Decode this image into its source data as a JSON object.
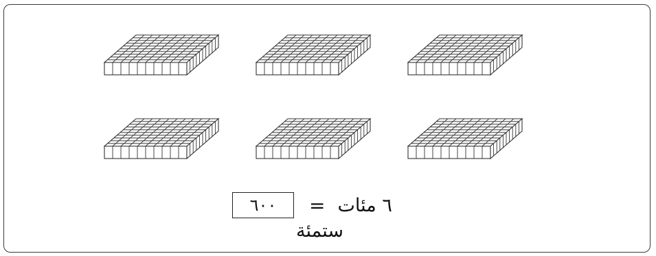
{
  "diagram": {
    "block_type": "hundreds-flat",
    "block_count": 6,
    "grid_size": 10,
    "colors": {
      "grid_line": "#333333",
      "block_fill": "#ffffff",
      "border": "#3a3a3a"
    }
  },
  "equation": {
    "answer": "٦٠٠",
    "equals": "=",
    "hundreds_label": "٦ مئات",
    "word_form": "ستمئة"
  }
}
